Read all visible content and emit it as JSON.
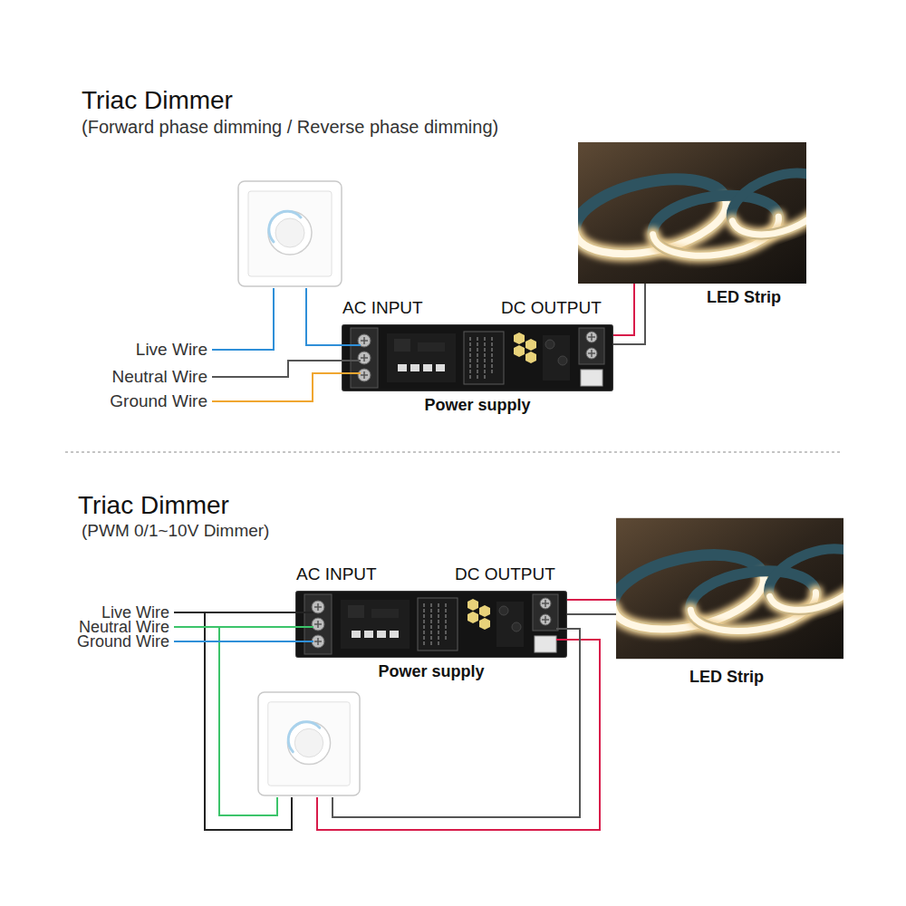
{
  "diagram": {
    "nodes": [
      {
        "text": [
          "AC INPUT",
          "DC OUTPUT",
          "Power supply"
        ]
      },
      {
        "text": [
          "LED Strip"
        ]
      },
      {
        "text": [
          "AC INPUT",
          "DC OUTPUT",
          "Power supply"
        ]
      },
      {
        "text": [
          "LED Strip"
        ]
      }
    ],
    "edges": [
      {
        "from": 0,
        "to": 1,
        "arrow": "none"
      },
      {
        "from": 0,
        "to": 1,
        "arrow": "none"
      },
      {
        "from": 2,
        "to": 3,
        "arrow": "none"
      },
      {
        "from": 2,
        "to": 3,
        "arrow": "none"
      }
    ],
    "labels": [
      "Triac Dimmer",
      "(Forward phase dimming / Reverse phase dimming)",
      "Live Wire",
      "Neutral Wire",
      "Ground Wire",
      "Triac Dimmer",
      "(PWM 0/1~10V Dimmer)",
      "Live Wire",
      "Neutral Wire",
      "Ground Wire"
    ]
  }
}
